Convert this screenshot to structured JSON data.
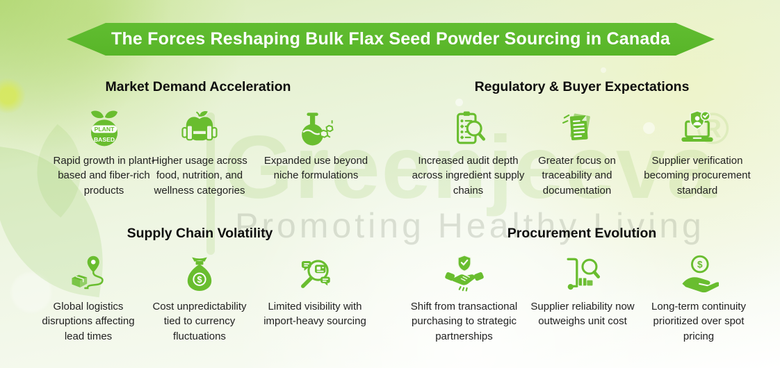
{
  "banner": {
    "title": "The Forces Reshaping Bulk Flax Seed Powder Sourcing in Canada"
  },
  "watermark": {
    "brand": "Greenjeeva",
    "registered": "®",
    "tagline": "Promoting Healthy Living"
  },
  "colors": {
    "banner_green": "#5bb72c",
    "icon_green": "#69bd2f",
    "heading_text": "#0e0e0e",
    "body_text": "#212121",
    "watermark_green": "rgba(125,190,60,0.15)"
  },
  "plant_badge": {
    "line1": "PLANT",
    "line2": "BASED"
  },
  "money_symbol": "$",
  "sections": [
    {
      "title": "Market Demand Acceleration",
      "items": [
        {
          "icon": "plant-based-badge-icon",
          "text": "Rapid growth in plant-based and fiber-rich products"
        },
        {
          "icon": "apple-dumbbell-icon",
          "text": "Higher usage across food, nutrition, and wellness categories"
        },
        {
          "icon": "flask-molecule-icon",
          "text": "Expanded use beyond niche formulations"
        }
      ]
    },
    {
      "title": "Regulatory & Buyer Expectations",
      "items": [
        {
          "icon": "audit-clipboard-magnifier-icon",
          "text": "Increased audit depth across ingredient supply chains"
        },
        {
          "icon": "documents-icon",
          "text": "Greater focus on traceability and documentation"
        },
        {
          "icon": "laptop-shield-verification-icon",
          "text": "Supplier verification becoming procurement standard"
        }
      ]
    },
    {
      "title": "Supply Chain Volatility",
      "items": [
        {
          "icon": "package-route-pin-icon",
          "text": "Global logistics disruptions affecting lead times"
        },
        {
          "icon": "money-bag-icon",
          "text": "Cost unpredictability tied to currency fluctuations"
        },
        {
          "icon": "magnifier-chat-icon",
          "text": "Limited visibility with import-heavy sourcing"
        }
      ]
    },
    {
      "title": "Procurement Evolution",
      "items": [
        {
          "icon": "handshake-shield-icon",
          "text": "Shift from transactional purchasing to strategic partnerships"
        },
        {
          "icon": "handtruck-magnifier-icon",
          "text": "Supplier reliability now outweighs unit cost"
        },
        {
          "icon": "hand-coin-icon",
          "text": "Long-term continuity prioritized over spot pricing"
        }
      ]
    }
  ]
}
